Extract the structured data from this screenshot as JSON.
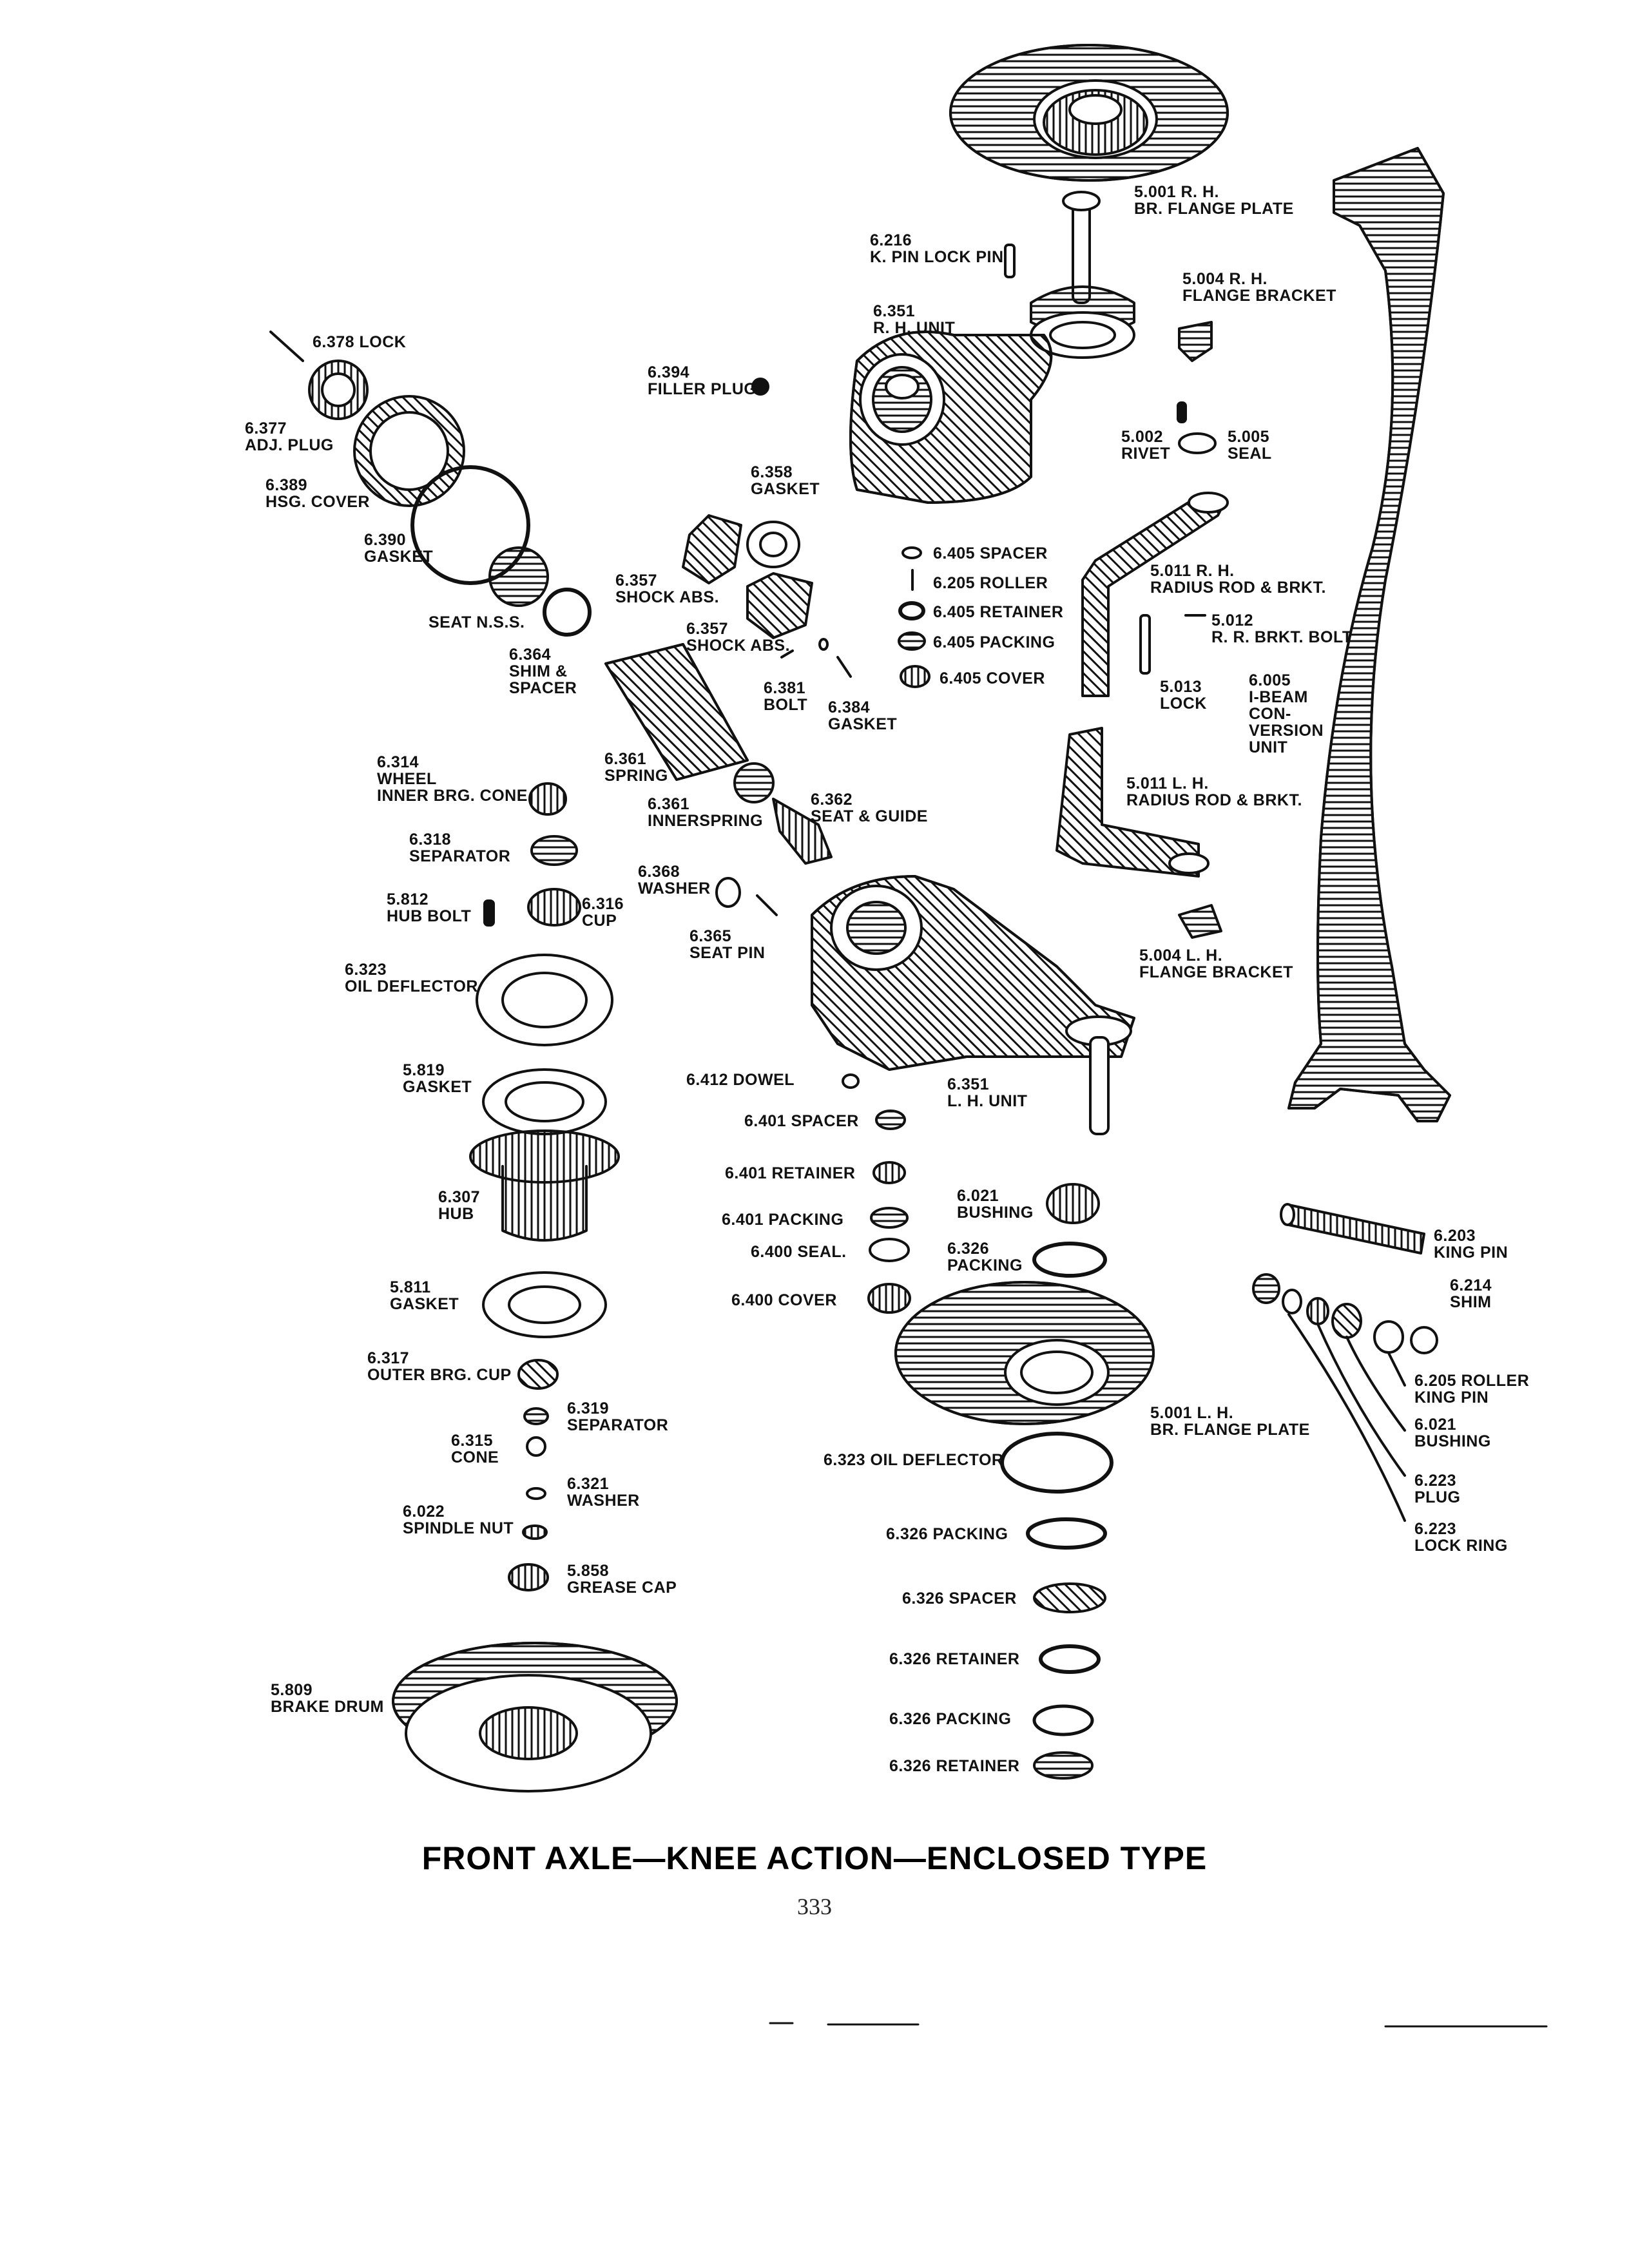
{
  "title": "FRONT AXLE—KNEE ACTION—ENCLOSED TYPE",
  "page_number": "333",
  "ink_color": "#111111",
  "labels": {
    "rh_br_flange_plate": [
      "5.001 R. H.",
      "BR. FLANGE PLATE"
    ],
    "k_pin_lock_pin": [
      "6.216",
      "K. PIN LOCK PIN"
    ],
    "rh_flange_bracket": [
      "5.004 R. H.",
      "FLANGE BRACKET"
    ],
    "rh_unit": [
      "6.351",
      "R. H. UNIT"
    ],
    "lock_6378": [
      "6.378 LOCK"
    ],
    "filler_plug": [
      "6.394",
      "FILLER PLUG"
    ],
    "adj_plug": [
      "6.377",
      "ADJ. PLUG"
    ],
    "hsg_cover": [
      "6.389",
      "HSG. COVER"
    ],
    "rivet": [
      "5.002",
      "RIVET"
    ],
    "seal_5005": [
      "5.005",
      "SEAL"
    ],
    "gasket_6358": [
      "6.358",
      "GASKET"
    ],
    "gasket_6390": [
      "6.390",
      "GASKET"
    ],
    "spacer_6405": [
      "6.405 SPACER"
    ],
    "roller_6205": [
      "6.205 ROLLER"
    ],
    "retainer_6405": [
      "6.405 RETAINER"
    ],
    "packing_6405": [
      "6.405 PACKING"
    ],
    "cover_6405": [
      "6.405 COVER"
    ],
    "rh_radius_rod": [
      "5.011 R. H.",
      "RADIUS ROD & BRKT."
    ],
    "rr_brkt_bolt": [
      "5.012",
      "R. R. BRKT. BOLT"
    ],
    "shock_abs_1": [
      "6.357",
      "SHOCK ABS."
    ],
    "shock_abs_2": [
      "6.357",
      "SHOCK ABS."
    ],
    "seat_nss": [
      "SEAT N.S.S."
    ],
    "shim_spacer": [
      "6.364",
      "SHIM &",
      "SPACER"
    ],
    "bolt_6381": [
      "6.381",
      "BOLT"
    ],
    "gasket_6384": [
      "6.384",
      "GASKET"
    ],
    "lock_5013": [
      "5.013",
      "LOCK"
    ],
    "ibeam": [
      "6.005",
      "I-BEAM",
      "CON-",
      "VERSION",
      "UNIT"
    ],
    "wheel_inner_brg": [
      "6.314",
      "WHEEL",
      "INNER BRG. CONE"
    ],
    "spring_6361": [
      "6.361",
      "SPRING"
    ],
    "innerspring": [
      "6.361",
      "INNERSPRING"
    ],
    "seat_guide": [
      "6.362",
      "SEAT & GUIDE"
    ],
    "lh_radius_rod": [
      "5.011 L. H.",
      "RADIUS ROD & BRKT."
    ],
    "separator_6318": [
      "6.318",
      "SEPARATOR"
    ],
    "washer_6368": [
      "6.368",
      "WASHER"
    ],
    "hub_bolt": [
      "5.812",
      "HUB BOLT"
    ],
    "cup_6316": [
      "6.316",
      "CUP"
    ],
    "seat_pin": [
      "6.365",
      "SEAT PIN"
    ],
    "lh_flange_bracket": [
      "5.004 L. H.",
      "FLANGE BRACKET"
    ],
    "oil_deflector_left": [
      "6.323",
      "OIL DEFLECTOR"
    ],
    "gasket_5819": [
      "5.819",
      "GASKET"
    ],
    "dowel": [
      "6.412 DOWEL"
    ],
    "lh_unit": [
      "6.351",
      "L. H. UNIT"
    ],
    "spacer_6401": [
      "6.401 SPACER"
    ],
    "retainer_6401": [
      "6.401 RETAINER"
    ],
    "hub": [
      "6.307",
      "HUB"
    ],
    "bushing_6021_top": [
      "6.021",
      "BUSHING"
    ],
    "packing_6401": [
      "6.401 PACKING"
    ],
    "seal_6400": [
      "6.400 SEAL."
    ],
    "packing_6326_top": [
      "6.326",
      "PACKING"
    ],
    "king_pin": [
      "6.203",
      "KING PIN"
    ],
    "cover_6400": [
      "6.400 COVER"
    ],
    "shim_6214": [
      "6.214",
      "SHIM"
    ],
    "gasket_5811": [
      "5.811",
      "GASKET"
    ],
    "outer_brg_cup": [
      "6.317",
      "OUTER BRG. CUP"
    ],
    "roller_king_pin": [
      "6.205 ROLLER",
      "KING PIN"
    ],
    "separator_6319": [
      "6.319",
      "SEPARATOR"
    ],
    "lh_br_flange_plate": [
      "5.001 L. H.",
      "BR. FLANGE PLATE"
    ],
    "bushing_6021": [
      "6.021",
      "BUSHING"
    ],
    "cone_6315": [
      "6.315",
      "CONE"
    ],
    "oil_deflector_right": [
      "6.323 OIL DEFLECTOR"
    ],
    "plug_6223": [
      "6.223",
      "PLUG"
    ],
    "washer_6321": [
      "6.321",
      "WASHER"
    ],
    "spindle_nut": [
      "6.022",
      "SPINDLE NUT"
    ],
    "lock_ring": [
      "6.223",
      "LOCK RING"
    ],
    "packing_6326_a": [
      "6.326 PACKING"
    ],
    "grease_cap": [
      "5.858",
      "GREASE CAP"
    ],
    "spacer_6326": [
      "6.326 SPACER"
    ],
    "retainer_6326_a": [
      "6.326 RETAINER"
    ],
    "brake_drum": [
      "5.809",
      "BRAKE DRUM"
    ],
    "packing_6326_b": [
      "6.326 PACKING"
    ],
    "retainer_6326_b": [
      "6.326 RETAINER"
    ]
  }
}
